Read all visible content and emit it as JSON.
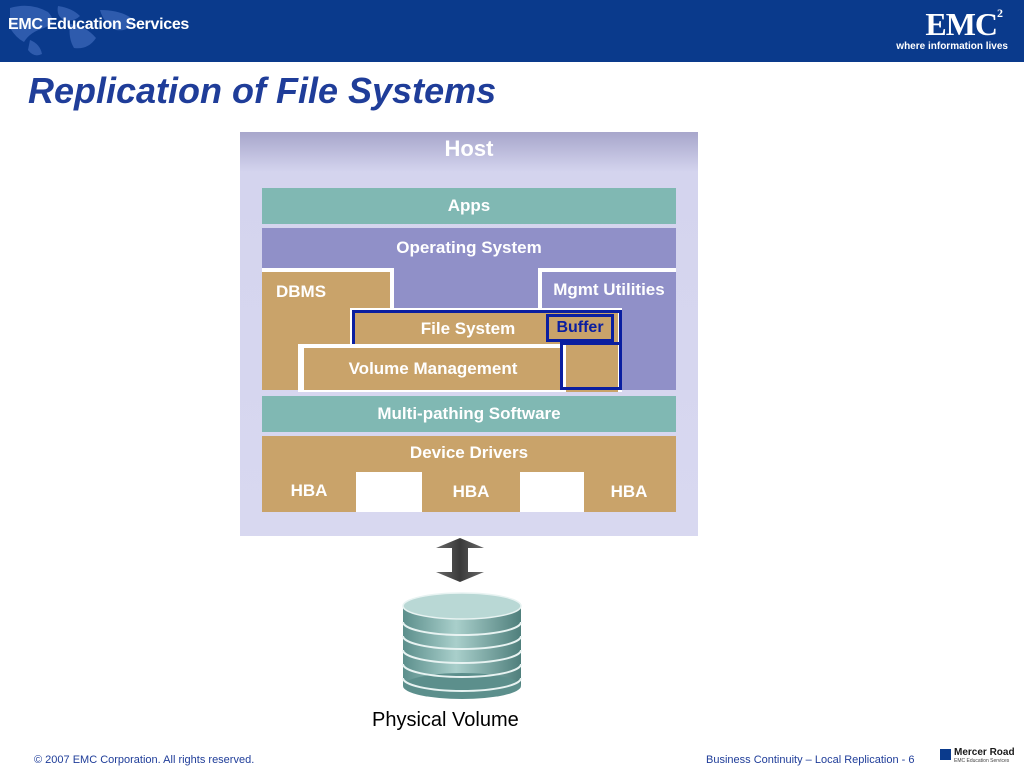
{
  "header": {
    "brand_left": "EMC Education Services",
    "logo_text": "EMC",
    "logo_sup": "2",
    "tagline": "where information lives"
  },
  "slide_title": "Replication of File Systems",
  "diagram": {
    "host": "Host",
    "apps": "Apps",
    "os": "Operating System",
    "dbms": "DBMS",
    "mgmt_utilities": "Mgmt Utilities",
    "file_system": "File System",
    "buffer": "Buffer",
    "volume_management": "Volume Management",
    "multipathing": "Multi-pathing Software",
    "device_drivers": "Device Drivers",
    "hba": [
      "HBA",
      "HBA",
      "HBA"
    ],
    "physical_volume": "Physical Volume"
  },
  "footer": {
    "copyright": "© 2007 EMC Corporation. All rights reserved.",
    "course": "Business Continuity – Local Replication",
    "page": "- 6",
    "mercer_name": "Mercer Road",
    "mercer_sub": "EMC Education Services"
  },
  "colors": {
    "header_bg": "#0a3a8c",
    "title": "#1f3d99",
    "teal": "#80b8b3",
    "purple": "#9090c8",
    "tan": "#c9a36a",
    "highlight": "#0a1ea0"
  }
}
